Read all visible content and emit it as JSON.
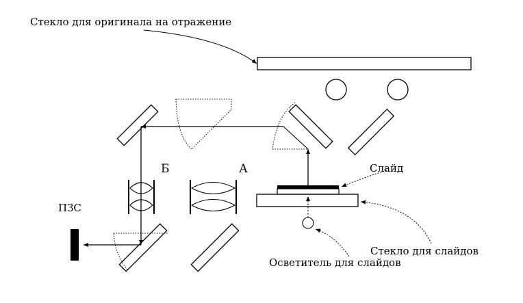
{
  "labels": {
    "reflective_glass": "Стекло для оригинала на отражение",
    "slide": "Слайд",
    "slide_glass": "Стекло для слайдов",
    "slide_illuminator": "Осветитель для слайдов",
    "ccd": "ПЗС",
    "lens_a": "А",
    "lens_b": "Б"
  }
}
